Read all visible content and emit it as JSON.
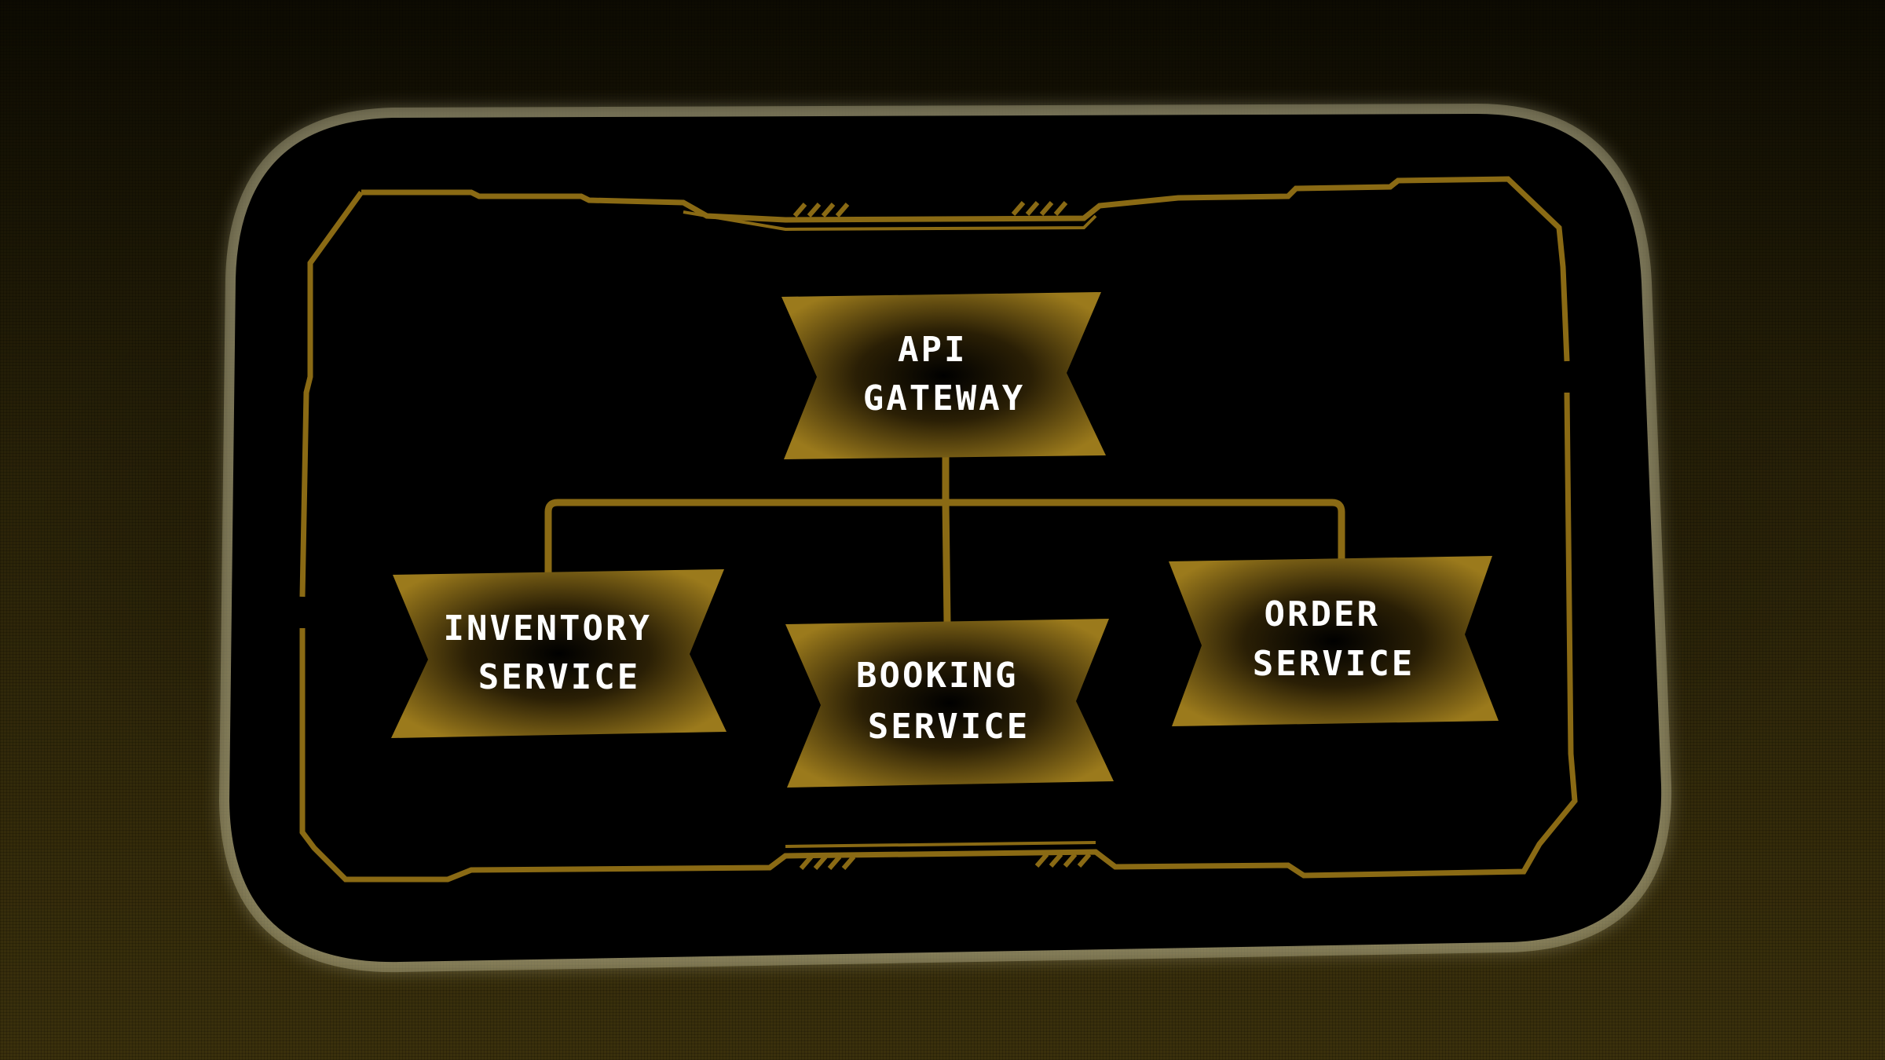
{
  "diagram": {
    "nodes": [
      {
        "id": "gateway",
        "lines": [
          "API",
          "GATEWAY"
        ]
      },
      {
        "id": "inventory",
        "lines": [
          "INVENTORY",
          "SERVICE"
        ]
      },
      {
        "id": "booking",
        "lines": [
          "BOOKING",
          "SERVICE"
        ]
      },
      {
        "id": "order",
        "lines": [
          "ORDER",
          "SERVICE"
        ]
      }
    ],
    "edges": [
      {
        "from": "gateway",
        "to": "inventory"
      },
      {
        "from": "gateway",
        "to": "booking"
      },
      {
        "from": "gateway",
        "to": "order"
      }
    ]
  },
  "colors": {
    "gold": "#8a6a14",
    "gold_light": "#b38b22",
    "panel": "#000000"
  }
}
